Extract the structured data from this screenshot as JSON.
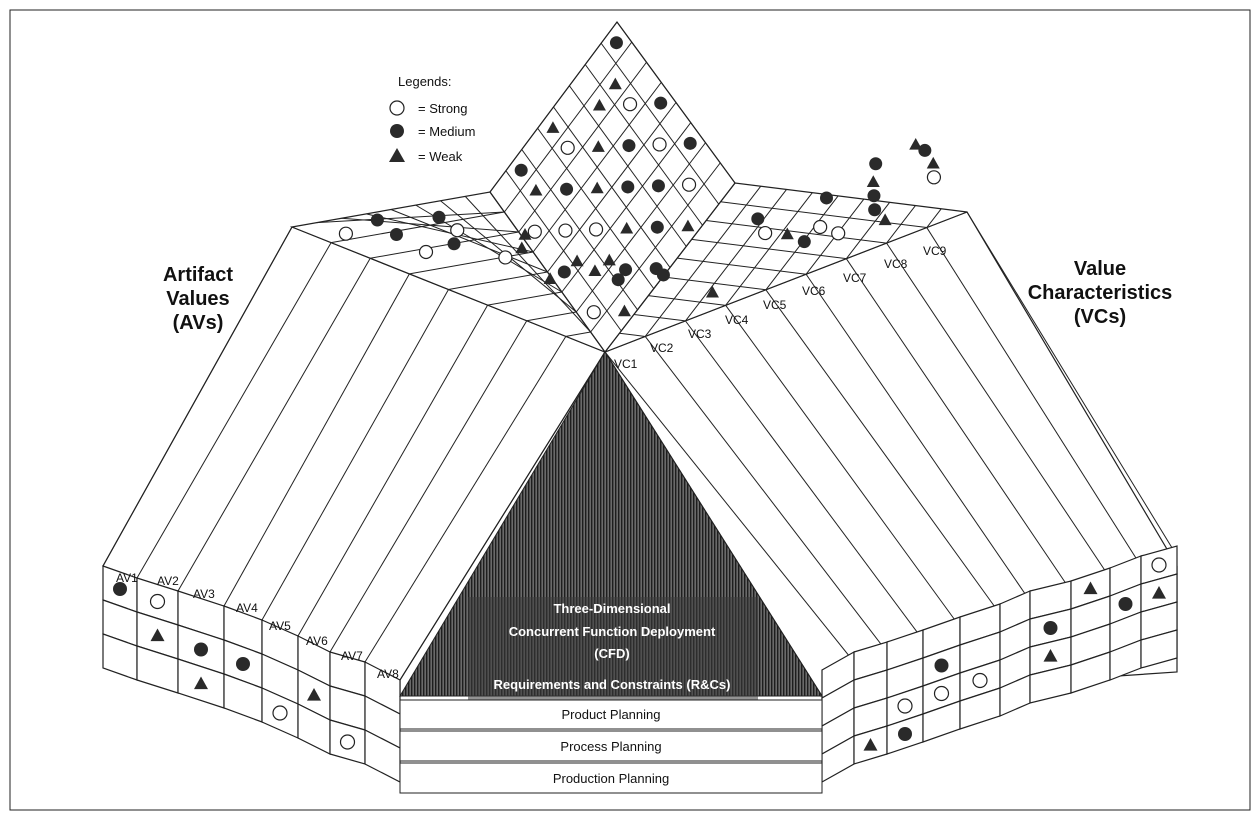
{
  "legend": {
    "title": "Legends:",
    "items": [
      {
        "symbol": "strong",
        "label": "= Strong"
      },
      {
        "symbol": "medium",
        "label": "= Medium"
      },
      {
        "symbol": "weak",
        "label": "= Weak"
      }
    ]
  },
  "artifact_values": {
    "title": [
      "Artifact",
      "Values",
      "(AVs)"
    ],
    "columns": [
      "AV1",
      "AV2",
      "AV3",
      "AV4",
      "AV5",
      "AV6",
      "AV7",
      "AV8"
    ]
  },
  "value_characteristics": {
    "title": [
      "Value",
      "Characteristics",
      "(VCs)"
    ],
    "columns": [
      "VC1",
      "VC2",
      "VC3",
      "VC4",
      "VC5",
      "VC6",
      "VC7",
      "VC8",
      "VC9"
    ]
  },
  "center": {
    "lines": [
      "Three-Dimensional",
      "Concurrent Function Deployment",
      "(CFD)",
      "Requirements and Constraints (R&Cs)"
    ]
  },
  "planning_rows": [
    "Product Planning",
    "Process Planning",
    "Production Planning"
  ],
  "av_matrix": [
    [
      "medium",
      "strong",
      "",
      "",
      "",
      "",
      "",
      ""
    ],
    [
      "",
      "weak",
      "medium",
      "medium",
      "",
      "weak",
      "",
      ""
    ],
    [
      "",
      "",
      "weak",
      "",
      "strong",
      "",
      "strong",
      ""
    ]
  ],
  "vc_matrix": [
    [
      "",
      "",
      "",
      "",
      "",
      "",
      "weak",
      "",
      "strong"
    ],
    [
      "",
      "",
      "medium",
      "",
      "",
      "medium",
      "",
      "medium",
      "weak"
    ],
    [
      "",
      "strong",
      "strong",
      "strong",
      "",
      "weak",
      "",
      "",
      ""
    ],
    [
      "weak",
      "medium",
      "",
      "",
      "",
      "",
      "",
      "",
      ""
    ]
  ],
  "roof_left_symbols": [
    "strong",
    "medium",
    "medium",
    "strong",
    "strong",
    "weak",
    "weak",
    "medium",
    "weak",
    "medium",
    "strong",
    "weak",
    "medium",
    "weak",
    "medium",
    "weak"
  ],
  "roof_right_symbols": [
    "medium",
    "strong",
    "medium",
    "weak",
    "strong",
    "medium",
    "medium",
    "weak",
    "medium",
    "strong",
    "weak",
    "medium",
    "weak",
    "strong",
    "medium",
    "weak"
  ],
  "apex_symbols": [
    "medium",
    "weak",
    "weak",
    "strong",
    "weak",
    "medium",
    "strong",
    "medium",
    "weak",
    "medium",
    "strong",
    "medium",
    "strong",
    "weak",
    "medium",
    "weak",
    "medium",
    "medium",
    "strong",
    "weak",
    "medium",
    "strong",
    "weak",
    "medium",
    "weak",
    "strong",
    "weak",
    "strong",
    "medium",
    "medium"
  ],
  "colors": {
    "line": "#222222",
    "fill": "#ffffff",
    "triangle": "#4a4a4a",
    "symbol": "#2a2a2a"
  }
}
